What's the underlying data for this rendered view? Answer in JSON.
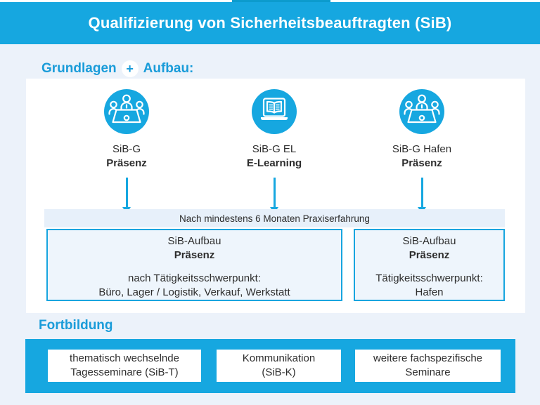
{
  "header": {
    "title": "Qualifizierung von Sicherheitsbeauftragten (SiB)"
  },
  "sections": {
    "grundlagen_label_left": "Grundlagen",
    "grundlagen_plus": "+",
    "grundlagen_label_right": "Aufbau:",
    "fortbildung_label": "Fortbildung"
  },
  "courses": [
    {
      "line1": "SiB-G",
      "line2": "Präsenz",
      "icon": "meeting-icon"
    },
    {
      "line1": "SiB-G EL",
      "line2": "E-Learning",
      "icon": "elearning-icon"
    },
    {
      "line1": "SiB-G Hafen",
      "line2": "Präsenz",
      "icon": "meeting-icon"
    }
  ],
  "praxis_note": "Nach mindestens 6 Monaten Praxiserfahrung",
  "aufbau_boxes": [
    {
      "line1": "SiB-Aufbau",
      "line2": "Präsenz",
      "line3": "nach Tätigkeitsschwerpunkt:",
      "line4": "Büro, Lager / Logistik, Verkauf, Werkstatt"
    },
    {
      "line1": "SiB-Aufbau",
      "line2": "Präsenz",
      "line3": "Tätigkeitsschwerpunkt:",
      "line4": "Hafen"
    }
  ],
  "fortbildung_items": [
    {
      "line1": "thematisch wechselnde",
      "line2": "Tagesseminare (SiB-T)"
    },
    {
      "line1": "Kommunikation",
      "line2": "(SiB-K)"
    },
    {
      "line1": "weitere fachspezifische",
      "line2": "Seminare"
    }
  ],
  "colors": {
    "accent": "#16a7e0",
    "page_background": "#ecf2fa",
    "panel_background": "#ffffff",
    "strip_background": "#e7f0fa",
    "box_background": "#eef5fc",
    "heading_blue": "#1a9cd9",
    "text_dark": "#2d2d2d"
  }
}
